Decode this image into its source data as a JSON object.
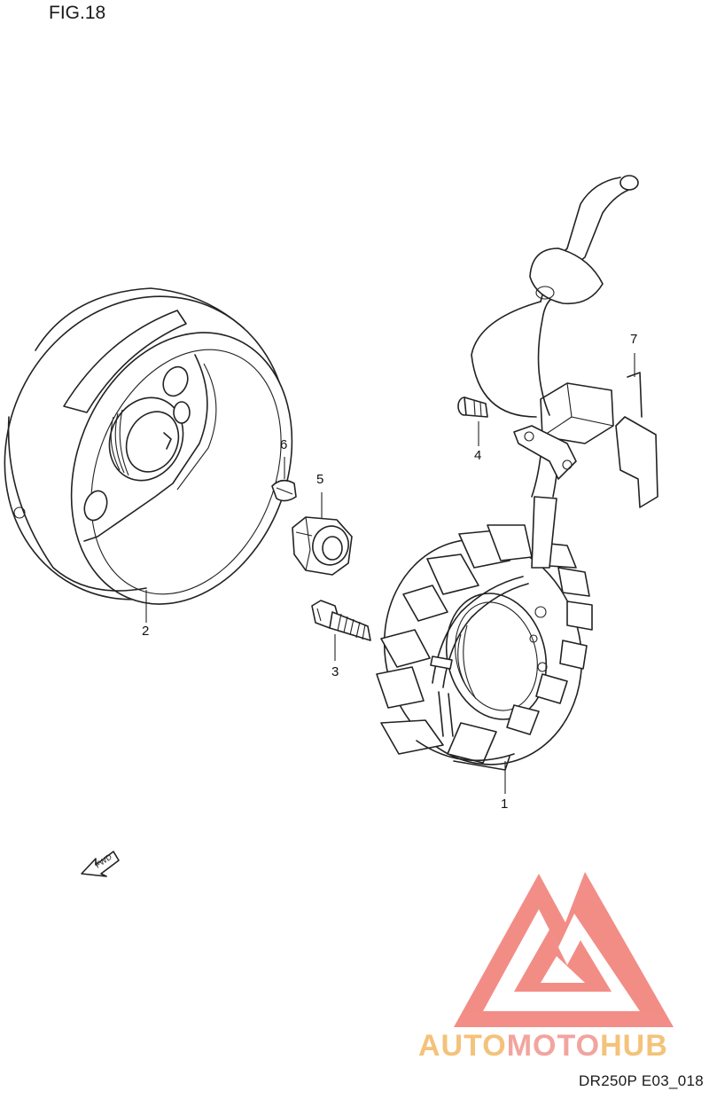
{
  "figure": {
    "title": "FIG.18",
    "code": "DR250P E03_018"
  },
  "callouts": [
    {
      "id": "1",
      "label": "1"
    },
    {
      "id": "2",
      "label": "2"
    },
    {
      "id": "3",
      "label": "3"
    },
    {
      "id": "4",
      "label": "4"
    },
    {
      "id": "5",
      "label": "5"
    },
    {
      "id": "6",
      "label": "6"
    },
    {
      "id": "7",
      "label": "7"
    }
  ],
  "direction_marker": {
    "text": "FWD"
  },
  "watermark": {
    "part1": "AUTO",
    "part2": "MOTO",
    "part3": "HUB"
  },
  "colors": {
    "line": "#222222",
    "watermark_red": "#f07a72",
    "watermark_orange": "#f4c27a",
    "background": "#ffffff"
  }
}
